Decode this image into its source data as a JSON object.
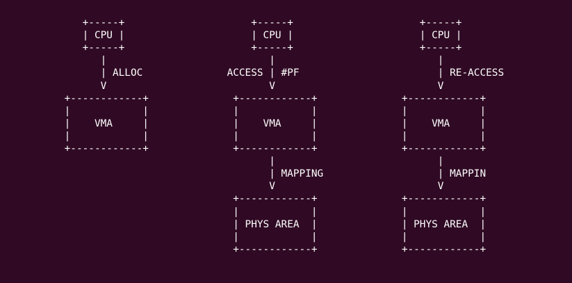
{
  "colors": {
    "background": "#300a24",
    "foreground": "#ffffff"
  },
  "terminal": {
    "lines": [
      "",
      "             +-----+                     +-----+                     +-----+",
      "             | CPU |                     | CPU |                     | CPU |",
      "             +-----+                     +-----+                     +-----+",
      "                |                           |                           |",
      "                | ALLOC              ACCESS | #PF                       | RE-ACCESS",
      "                V                           V                           V",
      "          +------------+              +------------+              +------------+",
      "          |            |              |            |              |            |",
      "          |    VMA     |              |    VMA     |              |    VMA     |",
      "          |            |              |            |              |            |",
      "          +------------+              +------------+              +------------+",
      "                                            |                           |",
      "                                            | MAPPING                   | MAPPIN",
      "                                            V                           V",
      "                                      +------------+              +------------+",
      "                                      |            |              |            |",
      "                                      | PHYS AREA  |              | PHYS AREA  |",
      "                                      |            |              |            |",
      "                                      +------------+              +------------+"
    ]
  },
  "diagrams": [
    {
      "nodes": [
        "CPU",
        "VMA"
      ],
      "edge_labels": [
        "ALLOC"
      ]
    },
    {
      "nodes": [
        "CPU",
        "VMA",
        "PHYS AREA"
      ],
      "edge_labels": [
        "ACCESS | #PF",
        "MAPPING"
      ]
    },
    {
      "nodes": [
        "CPU",
        "VMA",
        "PHYS AREA"
      ],
      "edge_labels": [
        "RE-ACCESS",
        "MAPPIN"
      ]
    }
  ]
}
